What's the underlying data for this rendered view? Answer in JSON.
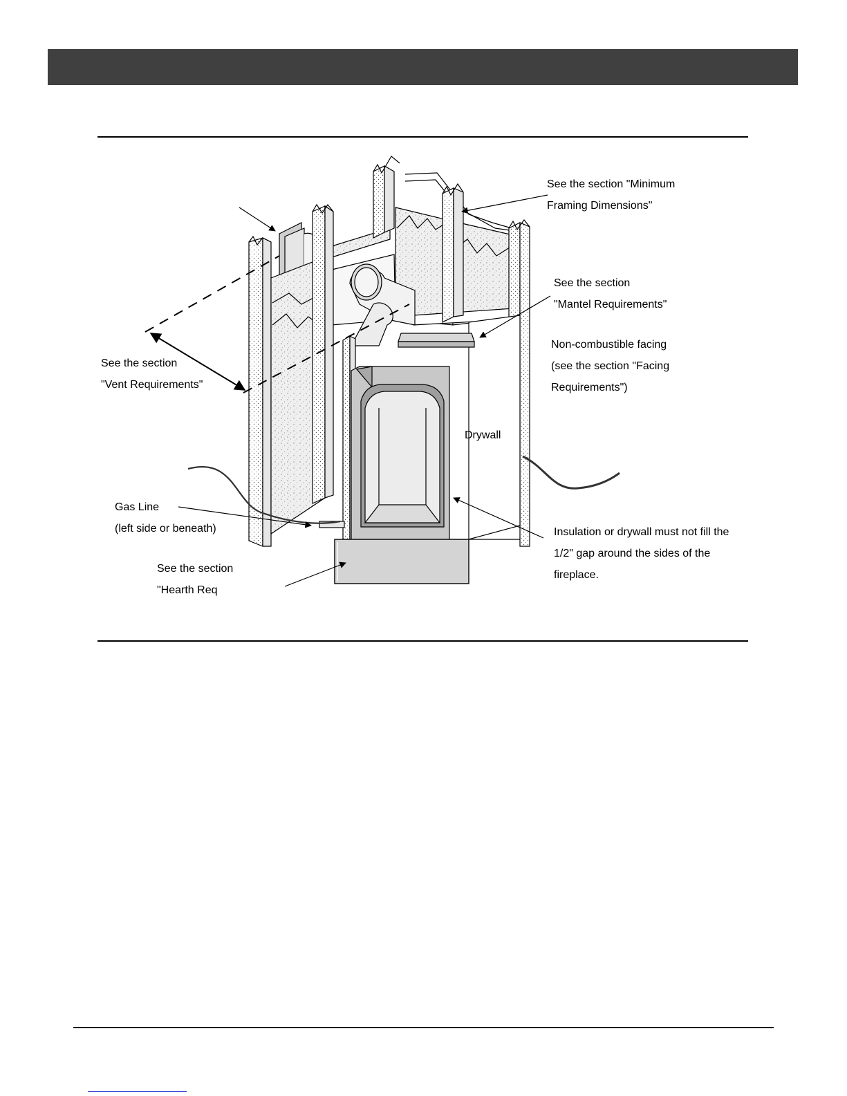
{
  "labels": {
    "minimum_framing": [
      "See the section \"Minimum",
      "Framing Dimensions\""
    ],
    "mantel": [
      "See the section",
      "\"Mantel Requirements\""
    ],
    "facing": [
      "Non-combustible facing",
      "(see the section \"Facing",
      "Requirements\")"
    ],
    "vent": [
      "See the section",
      "\"Vent Requirements\""
    ],
    "drywall": "Drywall",
    "gas_line": [
      "Gas Line",
      "(left side or beneath)"
    ],
    "insulation": [
      "Insulation or drywall must not fill the",
      "1/2\" gap around the sides of the",
      "fireplace."
    ],
    "hearth": [
      "See the section",
      "\"Hearth Req"
    ]
  },
  "colors": {
    "header_bar": "#404040",
    "insulation_fill": "#eeeeee",
    "firebox_frame": "#c8c8c8",
    "firebox_glass": "#ececec",
    "hearth_fill": "#d4d4d4"
  }
}
